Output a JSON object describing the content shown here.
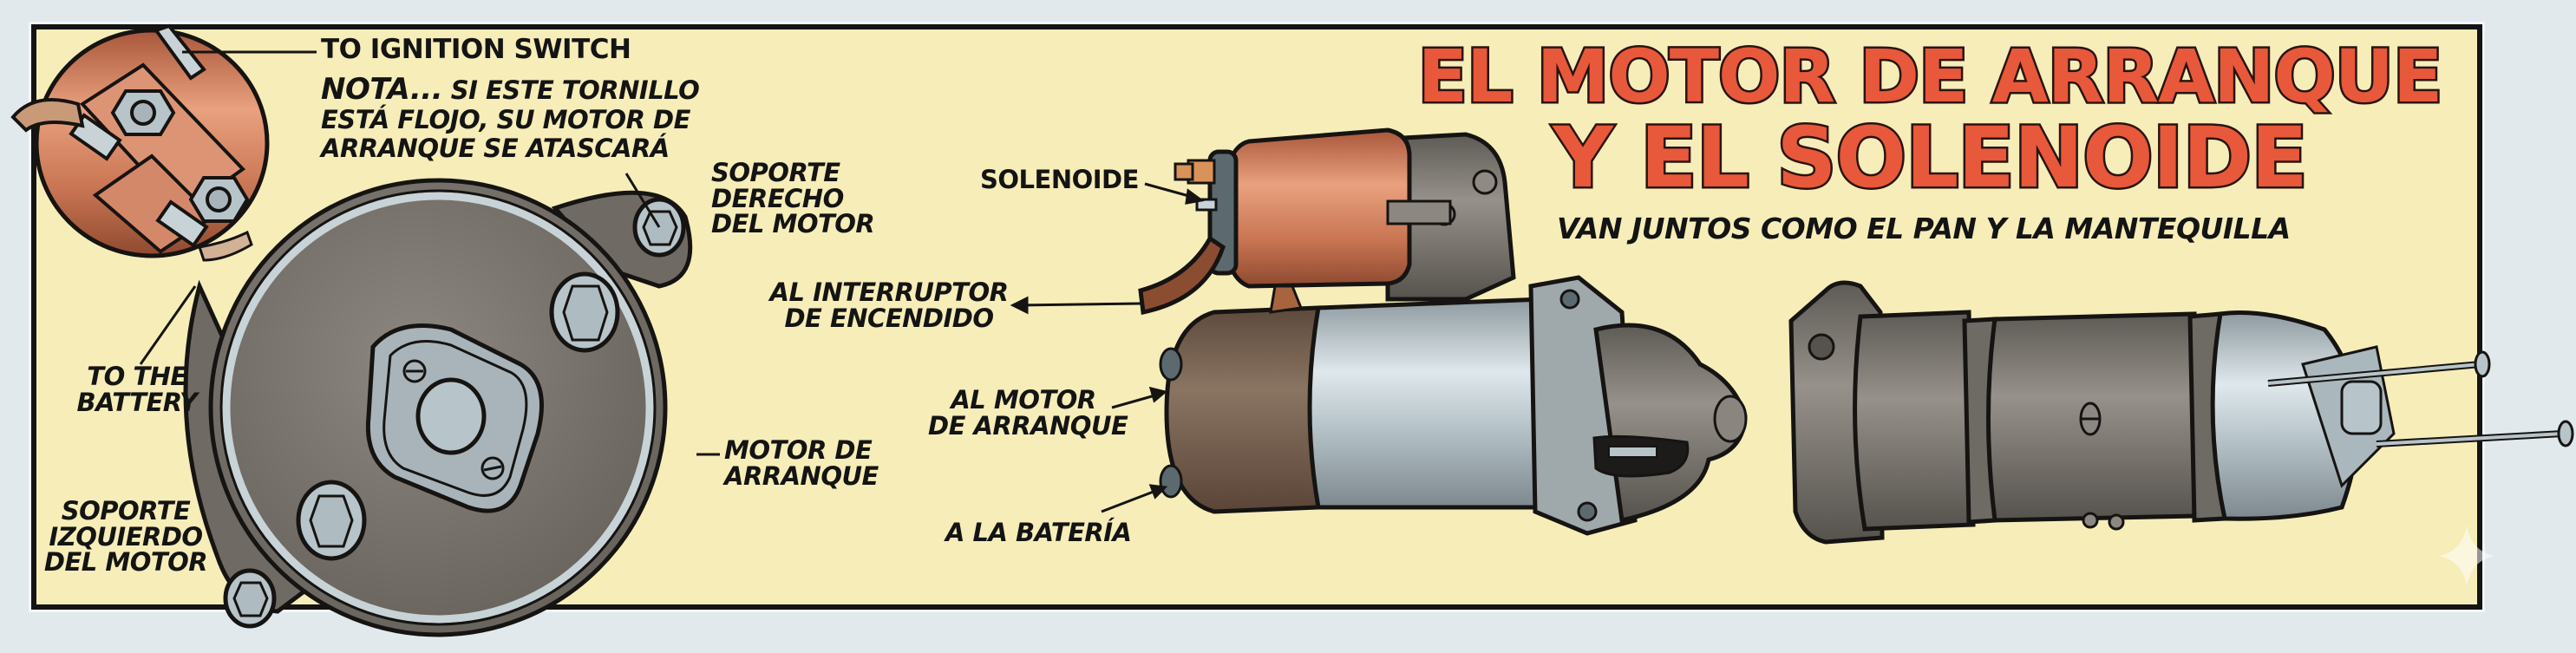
{
  "title": {
    "line1": "EL MOTOR DE ARRANQUE",
    "line2": "Y EL SOLENOIDE",
    "subtitle": "VAN JUNTOS COMO EL PAN Y LA MANTEQUILLA",
    "color": "#e8583a",
    "outline_color": "#2a1410"
  },
  "colors": {
    "background": "#e2e9ed",
    "panel": "#f6edb8",
    "border": "#141414",
    "copper": "#c9785a",
    "steel": "#b9c7cc",
    "iron": "#77716a",
    "brown_housing": "#7a6352"
  },
  "left_view": {
    "labels": {
      "to_ignition_switch": "TO IGNITION SWITCH",
      "nota_lead": "NOTA...",
      "nota_line1": "SI ESTE TORNILLO",
      "nota_line2": "ESTÁ FLOJO, SU MOTOR DE",
      "nota_line3": "ARRANQUE SE ATASCARÁ",
      "soporte_derecho_1": "SOPORTE",
      "soporte_derecho_2": "DERECHO",
      "soporte_derecho_3": "DEL MOTOR",
      "to_the_battery_1": "TO THE",
      "to_the_battery_2": "BATTERY",
      "motor_de_arranque_1": "MOTOR DE",
      "motor_de_arranque_2": "ARRANQUE",
      "soporte_izquierdo_1": "SOPORTE",
      "soporte_izquierdo_2": "IZQUIERDO",
      "soporte_izquierdo_3": "DEL MOTOR"
    }
  },
  "middle_view": {
    "labels": {
      "solenoide": "SOLENOIDE",
      "al_interruptor_1": "AL INTERRUPTOR",
      "al_interruptor_2": "DE ENCENDIDO",
      "al_motor_1": "AL MOTOR",
      "al_motor_2": "DE ARRANQUE",
      "a_la_bateria": "A LA BATERÍA"
    }
  },
  "right_view": {
    "description": "exploded starter motor"
  },
  "watermark": {
    "icon": "sparkle-icon"
  }
}
